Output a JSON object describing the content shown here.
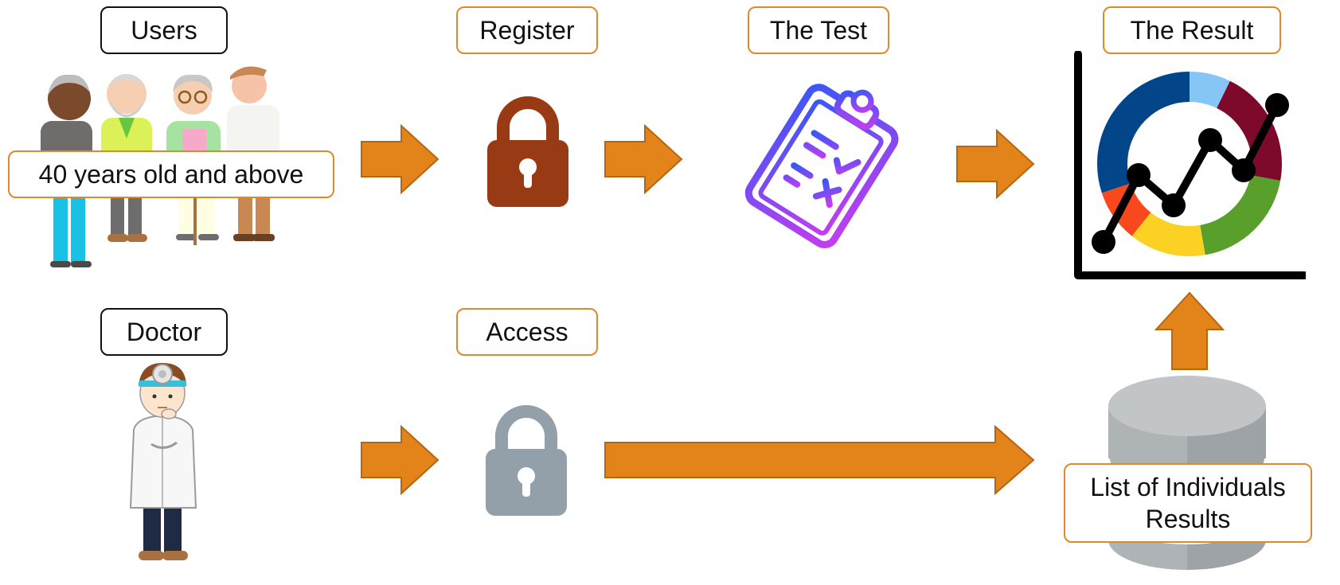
{
  "labels": {
    "users": "Users",
    "register": "Register",
    "test": "The Test",
    "result": "The Result",
    "age_group": "40 years old and above",
    "doctor": "Doctor",
    "access": "Access",
    "list": "List of Individuals Results"
  },
  "icons": {
    "users": "elderly-people-group-icon",
    "register": "lock-icon",
    "test": "clipboard-checklist-icon",
    "result": "chart-icon",
    "doctor": "doctor-icon",
    "access": "lock-icon",
    "database": "database-icon",
    "arrows": "arrow-icon"
  },
  "colors": {
    "arrow": "#e3841a",
    "arrow_outline": "#b8650f",
    "register_lock": "#983a14",
    "access_lock": "#939fa9",
    "label_black": "#111111",
    "label_orange": "#e0882a",
    "clipboard": "#8a3dff",
    "donut": [
      "#85c6f7",
      "#7d0a2b",
      "#58a02b",
      "#fbd124",
      "#f9481b",
      "#034589"
    ],
    "database": "#b3b8bc"
  }
}
